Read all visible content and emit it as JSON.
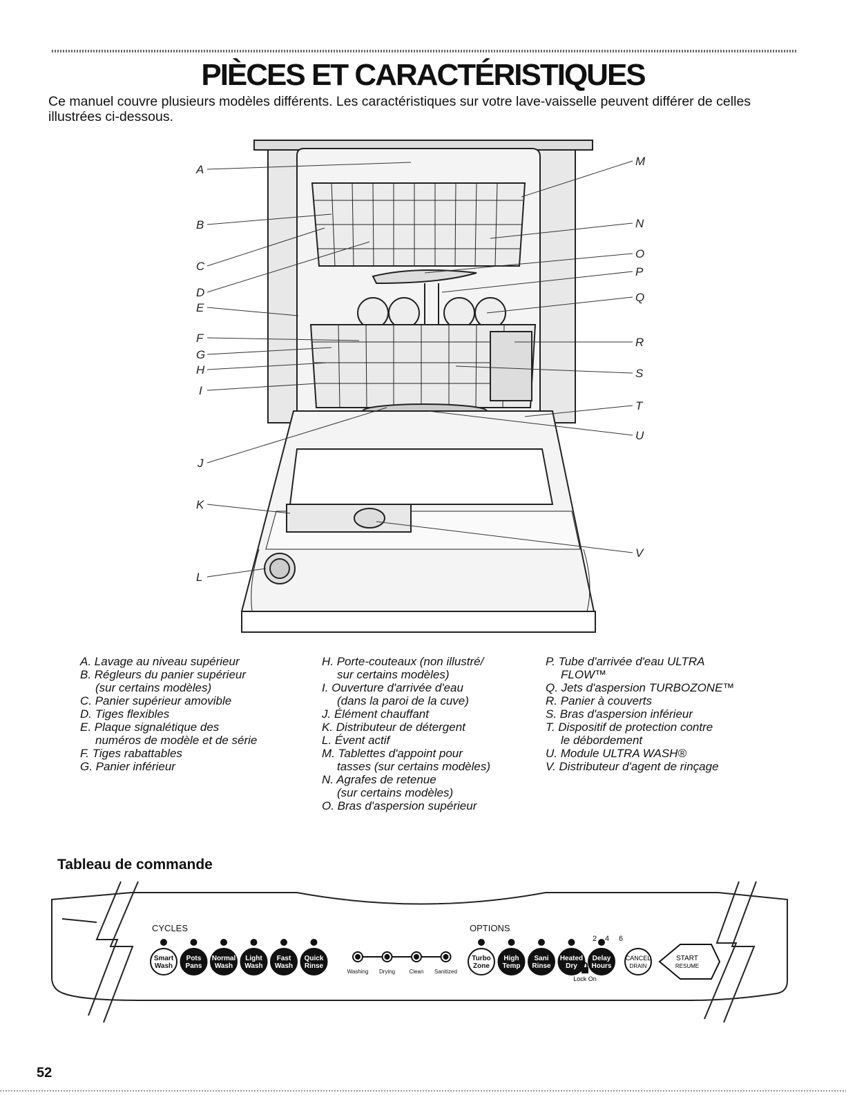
{
  "title": "PIÈCES ET CARACTÉRISTIQUES",
  "intro": "Ce manuel couvre plusieurs modèles différents. Les caractéristiques sur votre lave-vaisselle peuvent différer de celles illustrées ci-dessous.",
  "callouts": {
    "left": [
      "A",
      "B",
      "C",
      "D",
      "E",
      "F",
      "G",
      "H",
      "I",
      "J",
      "K",
      "L"
    ],
    "right": [
      "M",
      "N",
      "O",
      "P",
      "Q",
      "R",
      "S",
      "T",
      "U",
      "V"
    ]
  },
  "legend": {
    "col1": [
      {
        "line": "A. Lavage au niveau supérieur",
        "cont": ""
      },
      {
        "line": "B. Régleurs du panier supérieur",
        "cont": "(sur certains modèles)"
      },
      {
        "line": "C. Panier supérieur amovible",
        "cont": ""
      },
      {
        "line": "D. Tiges flexibles",
        "cont": ""
      },
      {
        "line": "E. Plaque signalétique des",
        "cont": "numéros de modèle et de série"
      },
      {
        "line": "F. Tiges rabattables",
        "cont": ""
      },
      {
        "line": "G. Panier inférieur",
        "cont": ""
      }
    ],
    "col2": [
      {
        "line": "H. Porte-couteaux (non illustré/",
        "cont": "sur certains modèles)"
      },
      {
        "line": "I. Ouverture d'arrivée d'eau",
        "cont": "(dans la paroi de la cuve)"
      },
      {
        "line": "J. Élément chauffant",
        "cont": ""
      },
      {
        "line": "K. Distributeur de détergent",
        "cont": ""
      },
      {
        "line": "L. Évent actif",
        "cont": ""
      },
      {
        "line": "M. Tablettes d'appoint pour",
        "cont": "tasses (sur certains modèles)"
      },
      {
        "line": "N. Agrafes de retenue",
        "cont": "(sur certains modèles)"
      },
      {
        "line": "O. Bras d'aspersion supérieur",
        "cont": ""
      }
    ],
    "col3": [
      {
        "line": "P. Tube d'arrivée d'eau ULTRA",
        "cont": "FLOW™"
      },
      {
        "line": "Q. Jets d'aspersion TURBOZONE™",
        "cont": ""
      },
      {
        "line": "R. Panier à couverts",
        "cont": ""
      },
      {
        "line": "S. Bras d'aspersion inférieur",
        "cont": ""
      },
      {
        "line": "T. Dispositif de protection contre",
        "cont": "le débordement"
      },
      {
        "line": "U. Module ULTRA WASH®",
        "cont": ""
      },
      {
        "line": "V. Distributeur d'agent de rinçage",
        "cont": ""
      }
    ]
  },
  "control_panel": {
    "heading": "Tableau de commande",
    "cycles_label": "CYCLES",
    "options_label": "OPTIONS",
    "cycles": [
      [
        "Smart",
        "Wash"
      ],
      [
        "Pots",
        "Pans"
      ],
      [
        "Normal",
        "Wash"
      ],
      [
        "Light",
        "Wash"
      ],
      [
        "Fast",
        "Wash"
      ],
      [
        "Quick",
        "Rinse"
      ]
    ],
    "status": [
      "Washing",
      "Drying",
      "Clean",
      "Sanitized"
    ],
    "options": [
      [
        "Turbo",
        "Zone"
      ],
      [
        "High",
        "Temp"
      ],
      [
        "Sani",
        "Rinse"
      ],
      [
        "Heated",
        "Dry"
      ],
      [
        "Delay",
        "Hours"
      ]
    ],
    "delay_numbers": [
      "2",
      "4",
      "6"
    ],
    "cancel": [
      "CANCEL",
      "DRAIN"
    ],
    "start": [
      "START",
      "RESUME"
    ],
    "lock_label": "Lock On"
  },
  "page_number": "52"
}
